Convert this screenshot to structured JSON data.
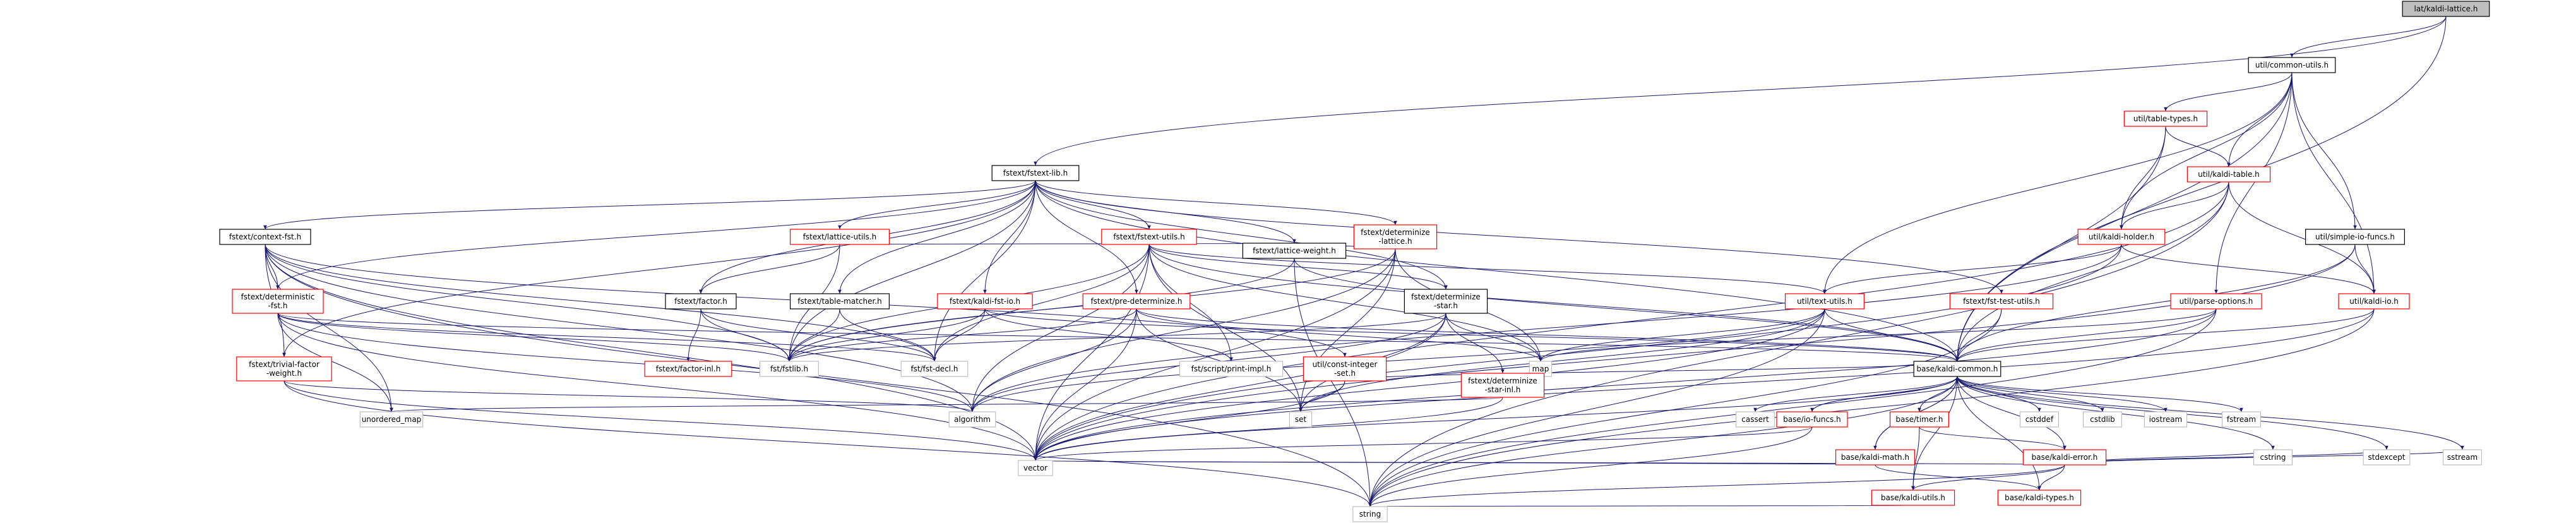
{
  "colors": {
    "edge": "#191970",
    "node_border_black": "#000000",
    "node_border_red": "#ff0000",
    "node_border_gray": "#bfbfbf",
    "root_fill": "#bfbfbf",
    "node_fill": "#ffffff"
  },
  "nodes": [
    {
      "id": "root",
      "label": "lat/kaldi-lattice.h",
      "style": "root"
    },
    {
      "id": "common_utils",
      "label": "util/common-utils.h",
      "style": "black"
    },
    {
      "id": "fstext_lib",
      "label": "fstext/fstext-lib.h",
      "style": "black"
    },
    {
      "id": "table_types",
      "label": "util/table-types.h",
      "style": "red"
    },
    {
      "id": "kaldi_table",
      "label": "util/kaldi-table.h",
      "style": "red"
    },
    {
      "id": "kaldi_holder",
      "label": "util/kaldi-holder.h",
      "style": "red"
    },
    {
      "id": "simple_io",
      "label": "util/simple-io-funcs.h",
      "style": "black"
    },
    {
      "id": "context_fst",
      "label": "fstext/context-fst.h",
      "style": "black"
    },
    {
      "id": "lattice_utils",
      "label": "fstext/lattice-utils.h",
      "style": "red"
    },
    {
      "id": "fstext_utils",
      "label": "fstext/fstext-utils.h",
      "style": "red"
    },
    {
      "id": "determinize_lattice",
      "label": "fstext/determinize\n-lattice.h",
      "style": "red"
    },
    {
      "id": "deterministic_fst",
      "label": "fstext/deterministic\n-fst.h",
      "style": "red"
    },
    {
      "id": "factor",
      "label": "fstext/factor.h",
      "style": "black"
    },
    {
      "id": "table_matcher",
      "label": "fstext/table-matcher.h",
      "style": "black"
    },
    {
      "id": "kaldi_fst_io",
      "label": "fstext/kaldi-fst-io.h",
      "style": "red"
    },
    {
      "id": "pre_determinize",
      "label": "fstext/pre-determinize.h",
      "style": "red"
    },
    {
      "id": "lattice_weight",
      "label": "fstext/lattice-weight.h",
      "style": "black"
    },
    {
      "id": "determinize_star",
      "label": "fstext/determinize\n-star.h",
      "style": "black"
    },
    {
      "id": "text_utils",
      "label": "util/text-utils.h",
      "style": "red"
    },
    {
      "id": "fst_test_utils",
      "label": "fstext/fst-test-utils.h",
      "style": "red"
    },
    {
      "id": "parse_options",
      "label": "util/parse-options.h",
      "style": "red"
    },
    {
      "id": "kaldi_io",
      "label": "util/kaldi-io.h",
      "style": "red"
    },
    {
      "id": "trivial_factor",
      "label": "fstext/trivial-factor\n-weight.h",
      "style": "red"
    },
    {
      "id": "factor_inl",
      "label": "fstext/factor-inl.h",
      "style": "red"
    },
    {
      "id": "fstlib",
      "label": "fst/fstlib.h",
      "style": "gray"
    },
    {
      "id": "fst_decl",
      "label": "fst/fst-decl.h",
      "style": "gray"
    },
    {
      "id": "const_integer_set",
      "label": "util/const-integer\n-set.h",
      "style": "red"
    },
    {
      "id": "script_print",
      "label": "fst/script/print-impl.h",
      "style": "gray"
    },
    {
      "id": "map",
      "label": "map",
      "style": "gray"
    },
    {
      "id": "determinize_star_inl",
      "label": "fstext/determinize\n-star-inl.h",
      "style": "red"
    },
    {
      "id": "kaldi_common",
      "label": "base/kaldi-common.h",
      "style": "black"
    },
    {
      "id": "unordered_map",
      "label": "unordered_map",
      "style": "gray"
    },
    {
      "id": "algorithm",
      "label": "algorithm",
      "style": "gray"
    },
    {
      "id": "set",
      "label": "set",
      "style": "gray"
    },
    {
      "id": "cassert",
      "label": "cassert",
      "style": "gray"
    },
    {
      "id": "timer",
      "label": "base/timer.h",
      "style": "red"
    },
    {
      "id": "cstddef",
      "label": "cstddef",
      "style": "gray"
    },
    {
      "id": "cstdlib",
      "label": "cstdlib",
      "style": "gray"
    },
    {
      "id": "iostream",
      "label": "iostream",
      "style": "gray"
    },
    {
      "id": "fstream",
      "label": "fstream",
      "style": "gray"
    },
    {
      "id": "io_funcs",
      "label": "base/io-funcs.h",
      "style": "red"
    },
    {
      "id": "kaldi_math",
      "label": "base/kaldi-math.h",
      "style": "red"
    },
    {
      "id": "kaldi_error",
      "label": "base/kaldi-error.h",
      "style": "red"
    },
    {
      "id": "vector",
      "label": "vector",
      "style": "gray"
    },
    {
      "id": "kaldi_utils",
      "label": "base/kaldi-utils.h",
      "style": "red"
    },
    {
      "id": "kaldi_types",
      "label": "base/kaldi-types.h",
      "style": "red"
    },
    {
      "id": "cstring",
      "label": "cstring",
      "style": "gray"
    },
    {
      "id": "stdexcept",
      "label": "stdexcept",
      "style": "gray"
    },
    {
      "id": "sstream",
      "label": "sstream",
      "style": "gray"
    },
    {
      "id": "string",
      "label": "string",
      "style": "gray"
    }
  ],
  "edges": [
    [
      "root",
      "common_utils"
    ],
    [
      "root",
      "fstext_lib"
    ],
    [
      "root",
      "kaldi_common"
    ],
    [
      "common_utils",
      "table_types"
    ],
    [
      "common_utils",
      "kaldi_table"
    ],
    [
      "common_utils",
      "kaldi_holder"
    ],
    [
      "common_utils",
      "simple_io"
    ],
    [
      "common_utils",
      "kaldi_io"
    ],
    [
      "common_utils",
      "parse_options"
    ],
    [
      "common_utils",
      "text_utils"
    ],
    [
      "common_utils",
      "kaldi_common"
    ],
    [
      "table_types",
      "kaldi_table"
    ],
    [
      "table_types",
      "kaldi_holder"
    ],
    [
      "table_types",
      "kaldi_common"
    ],
    [
      "kaldi_table",
      "kaldi_holder"
    ],
    [
      "kaldi_table",
      "kaldi_io"
    ],
    [
      "kaldi_table",
      "kaldi_common"
    ],
    [
      "kaldi_table",
      "vector"
    ],
    [
      "kaldi_table",
      "string"
    ],
    [
      "kaldi_holder",
      "kaldi_io"
    ],
    [
      "kaldi_holder",
      "text_utils"
    ],
    [
      "kaldi_holder",
      "algorithm"
    ],
    [
      "kaldi_holder",
      "vector"
    ],
    [
      "simple_io",
      "kaldi_io"
    ],
    [
      "simple_io",
      "kaldi_common"
    ],
    [
      "simple_io",
      "vector"
    ],
    [
      "kaldi_io",
      "kaldi_common"
    ],
    [
      "kaldi_io",
      "string"
    ],
    [
      "kaldi_io",
      "vector"
    ],
    [
      "parse_options",
      "kaldi_common"
    ],
    [
      "parse_options",
      "map"
    ],
    [
      "parse_options",
      "vector"
    ],
    [
      "parse_options",
      "string"
    ],
    [
      "fstext_lib",
      "context_fst"
    ],
    [
      "fstext_lib",
      "lattice_utils"
    ],
    [
      "fstext_lib",
      "fstext_utils"
    ],
    [
      "fstext_lib",
      "determinize_lattice"
    ],
    [
      "fstext_lib",
      "deterministic_fst"
    ],
    [
      "fstext_lib",
      "factor"
    ],
    [
      "fstext_lib",
      "table_matcher"
    ],
    [
      "fstext_lib",
      "kaldi_fst_io"
    ],
    [
      "fstext_lib",
      "pre_determinize"
    ],
    [
      "fstext_lib",
      "lattice_weight"
    ],
    [
      "fstext_lib",
      "determinize_star"
    ],
    [
      "fstext_lib",
      "fst_test_utils"
    ],
    [
      "fstext_lib",
      "trivial_factor"
    ],
    [
      "fstext_lib",
      "fstlib"
    ],
    [
      "fstext_lib",
      "fst_decl"
    ],
    [
      "fstext_lib",
      "kaldi_common"
    ],
    [
      "context_fst",
      "deterministic_fst"
    ],
    [
      "context_fst",
      "trivial_factor"
    ],
    [
      "context_fst",
      "fstlib"
    ],
    [
      "context_fst",
      "fst_decl"
    ],
    [
      "context_fst",
      "const_integer_set"
    ],
    [
      "context_fst",
      "unordered_map"
    ],
    [
      "context_fst",
      "algorithm"
    ],
    [
      "context_fst",
      "vector"
    ],
    [
      "context_fst",
      "string"
    ],
    [
      "lattice_utils",
      "factor"
    ],
    [
      "lattice_utils",
      "fstlib"
    ],
    [
      "lattice_utils",
      "lattice_weight"
    ],
    [
      "fstext_utils",
      "determinize_star"
    ],
    [
      "fstext_utils",
      "fstlib"
    ],
    [
      "fstext_utils",
      "fst_decl"
    ],
    [
      "fstext_utils",
      "script_print"
    ],
    [
      "fstext_utils",
      "text_utils"
    ],
    [
      "fstext_utils",
      "map"
    ],
    [
      "fstext_utils",
      "set"
    ],
    [
      "fstext_utils",
      "algorithm"
    ],
    [
      "fstext_utils",
      "vector"
    ],
    [
      "fstext_utils",
      "kaldi_common"
    ],
    [
      "determinize_lattice",
      "lattice_weight"
    ],
    [
      "determinize_lattice",
      "fstlib"
    ],
    [
      "determinize_lattice",
      "map"
    ],
    [
      "determinize_lattice",
      "set"
    ],
    [
      "determinize_lattice",
      "vector"
    ],
    [
      "determinize_lattice",
      "algorithm"
    ],
    [
      "deterministic_fst",
      "fstlib"
    ],
    [
      "deterministic_fst",
      "fst_decl"
    ],
    [
      "deterministic_fst",
      "algorithm"
    ],
    [
      "deterministic_fst",
      "kaldi_common"
    ],
    [
      "deterministic_fst",
      "unordered_map"
    ],
    [
      "deterministic_fst",
      "vector"
    ],
    [
      "factor",
      "factor_inl"
    ],
    [
      "factor",
      "fstlib"
    ],
    [
      "factor",
      "fst_decl"
    ],
    [
      "table_matcher",
      "fstlib"
    ],
    [
      "table_matcher",
      "fst_decl"
    ],
    [
      "kaldi_fst_io",
      "fstlib"
    ],
    [
      "kaldi_fst_io",
      "fst_decl"
    ],
    [
      "kaldi_fst_io",
      "script_print"
    ],
    [
      "kaldi_fst_io",
      "kaldi_common"
    ],
    [
      "pre_determinize",
      "fstlib"
    ],
    [
      "pre_determinize",
      "algorithm"
    ],
    [
      "pre_determinize",
      "map"
    ],
    [
      "pre_determinize",
      "set"
    ],
    [
      "pre_determinize",
      "vector"
    ],
    [
      "pre_determinize",
      "kaldi_common"
    ],
    [
      "lattice_weight",
      "fstlib"
    ],
    [
      "lattice_weight",
      "kaldi_common"
    ],
    [
      "lattice_weight",
      "string"
    ],
    [
      "determinize_star",
      "determinize_star_inl"
    ],
    [
      "determinize_star",
      "fstlib"
    ],
    [
      "determinize_star",
      "map"
    ],
    [
      "determinize_star",
      "set"
    ],
    [
      "determinize_star",
      "vector"
    ],
    [
      "determinize_star",
      "algorithm"
    ],
    [
      "determinize_star_inl",
      "vector"
    ],
    [
      "determinize_star_inl",
      "unordered_map"
    ],
    [
      "text_utils",
      "kaldi_common"
    ],
    [
      "text_utils",
      "algorithm"
    ],
    [
      "text_utils",
      "map"
    ],
    [
      "text_utils",
      "set"
    ],
    [
      "text_utils",
      "vector"
    ],
    [
      "text_utils",
      "string"
    ],
    [
      "fst_test_utils",
      "kaldi_common"
    ],
    [
      "fst_test_utils",
      "string"
    ],
    [
      "trivial_factor",
      "algorithm"
    ],
    [
      "trivial_factor",
      "string"
    ],
    [
      "trivial_factor",
      "vector"
    ],
    [
      "const_integer_set",
      "kaldi_common"
    ],
    [
      "const_integer_set",
      "set"
    ],
    [
      "const_integer_set",
      "vector"
    ],
    [
      "kaldi_common",
      "cassert"
    ],
    [
      "kaldi_common",
      "timer"
    ],
    [
      "kaldi_common",
      "cstddef"
    ],
    [
      "kaldi_common",
      "cstdlib"
    ],
    [
      "kaldi_common",
      "iostream"
    ],
    [
      "kaldi_common",
      "fstream"
    ],
    [
      "kaldi_common",
      "io_funcs"
    ],
    [
      "kaldi_common",
      "kaldi_math"
    ],
    [
      "kaldi_common",
      "kaldi_error"
    ],
    [
      "kaldi_common",
      "vector"
    ],
    [
      "kaldi_common",
      "kaldi_utils"
    ],
    [
      "kaldi_common",
      "kaldi_types"
    ],
    [
      "kaldi_common",
      "cstring"
    ],
    [
      "kaldi_common",
      "stdexcept"
    ],
    [
      "kaldi_common",
      "sstream"
    ],
    [
      "kaldi_common",
      "string"
    ],
    [
      "timer",
      "kaldi_error"
    ],
    [
      "timer",
      "kaldi_utils"
    ],
    [
      "io_funcs",
      "kaldi_common"
    ],
    [
      "io_funcs",
      "vector"
    ],
    [
      "io_funcs",
      "string"
    ],
    [
      "kaldi_math",
      "kaldi_common"
    ],
    [
      "kaldi_math",
      "kaldi_types"
    ],
    [
      "kaldi_math",
      "vector"
    ],
    [
      "kaldi_error",
      "kaldi_types"
    ],
    [
      "kaldi_error",
      "kaldi_utils"
    ],
    [
      "kaldi_error",
      "vector"
    ],
    [
      "kaldi_error",
      "cstring"
    ],
    [
      "kaldi_error",
      "stdexcept"
    ],
    [
      "kaldi_error",
      "sstream"
    ],
    [
      "kaldi_error",
      "string"
    ],
    [
      "kaldi_utils",
      "string"
    ]
  ]
}
